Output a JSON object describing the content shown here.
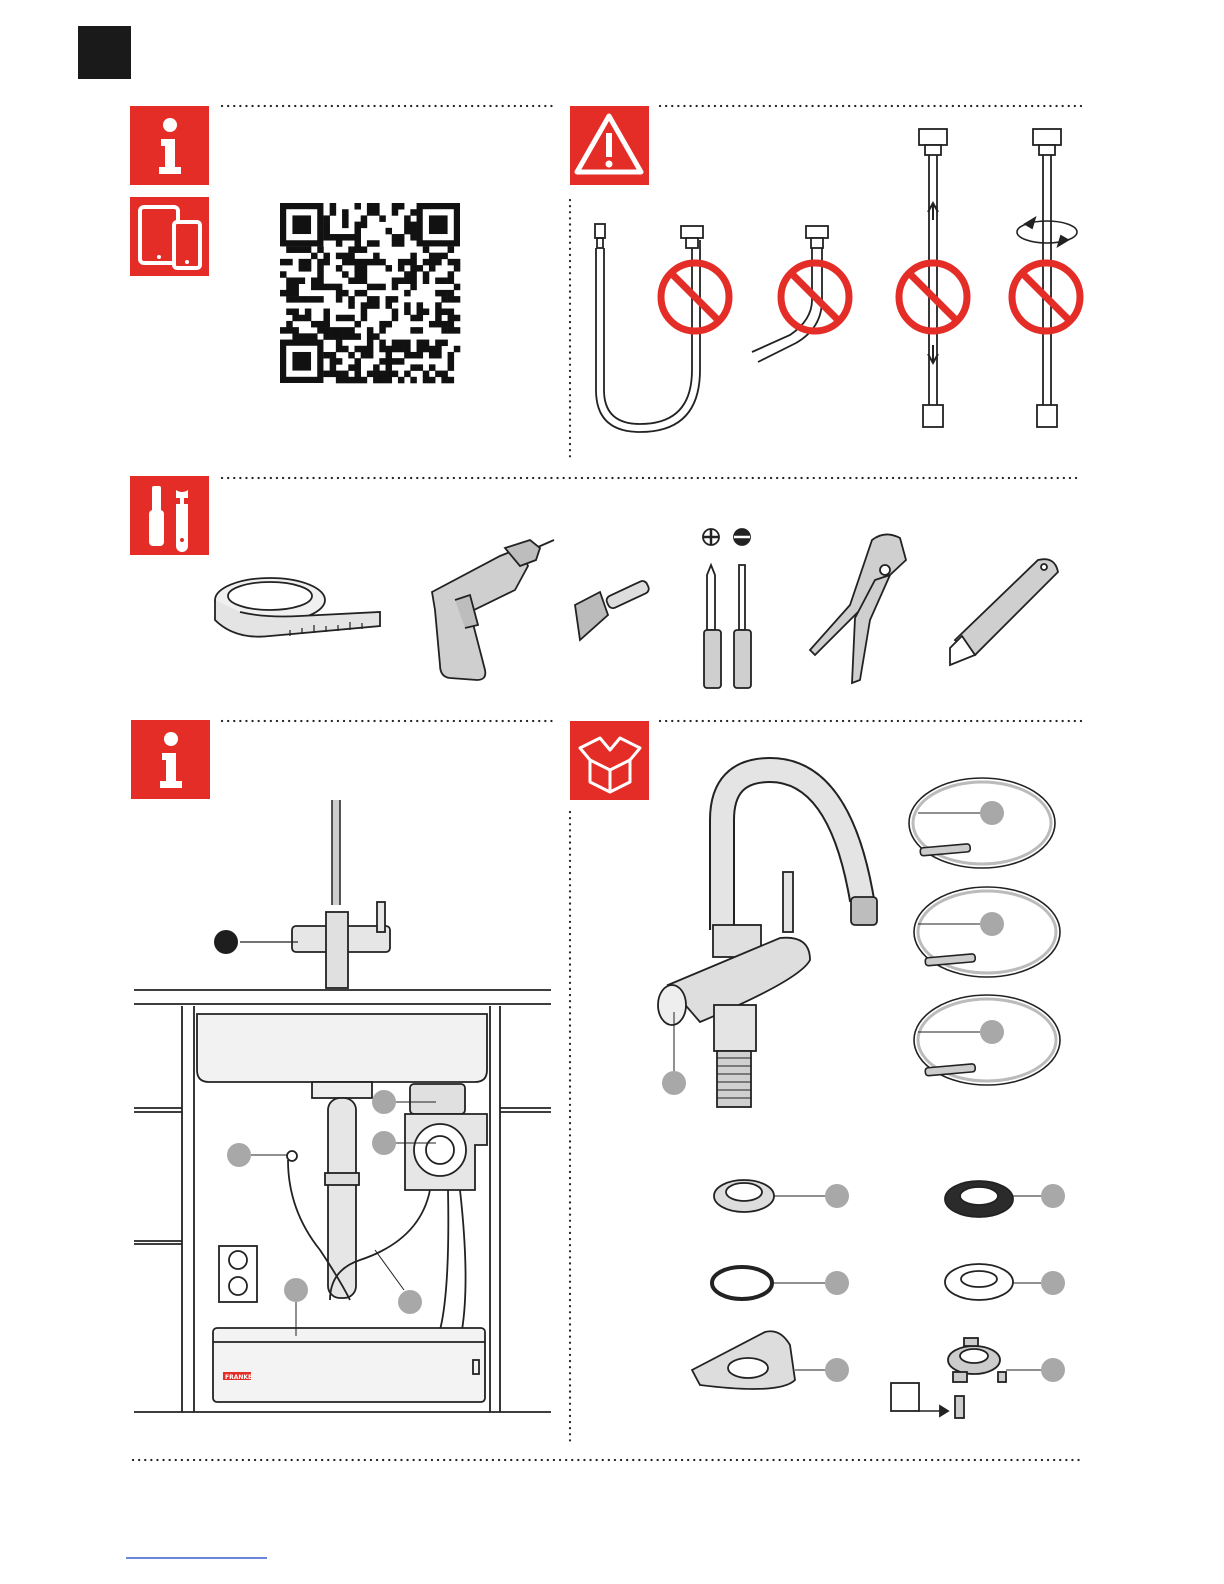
{
  "page": {
    "corner_tab_color": "#1a1a1a",
    "accent": "#e52d27"
  },
  "sections": {
    "info_qr": {
      "icons": [
        "info-icon",
        "tablet-phone-icon",
        "qr-code"
      ]
    },
    "warning_hoses": {
      "icons": [
        "warning-triangle-icon",
        "prohibited-icon"
      ],
      "forbidden_count": 4
    },
    "tools": {
      "icons": [
        "tools-icon",
        "measuring-tape",
        "power-drill",
        "countersink-bit",
        "phillips-screwdriver",
        "flat-screwdriver",
        "pliers",
        "utility-knife"
      ],
      "screw_head_icons": [
        "phillips-head-icon",
        "flat-head-icon"
      ]
    },
    "install_overview": {
      "icons": [
        "info-icon",
        "sink-cabinet-diagram"
      ]
    },
    "package_contents": {
      "icons": [
        "box-icon",
        "faucet",
        "flex-hoses",
        "washers",
        "mounting-plate",
        "clamp-with-screw"
      ]
    }
  },
  "product": {
    "brand_label": "FRANKE"
  }
}
